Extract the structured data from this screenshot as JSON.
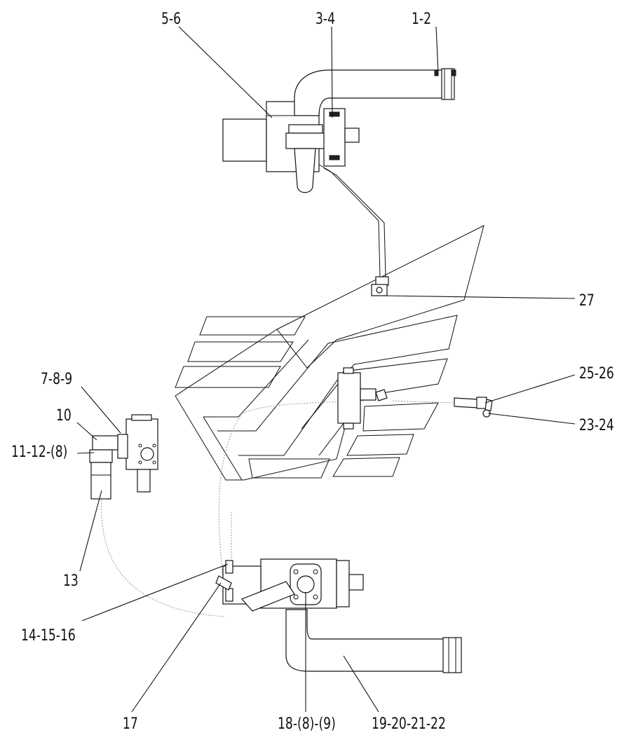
{
  "callouts": [
    {
      "id": "c1",
      "text": "1-2"
    },
    {
      "id": "c2",
      "text": "3-4"
    },
    {
      "id": "c3",
      "text": "5-6"
    },
    {
      "id": "c4",
      "text": "27"
    },
    {
      "id": "c5",
      "text": "25-26"
    },
    {
      "id": "c6",
      "text": "23-24"
    },
    {
      "id": "c7",
      "text": "7-8-9"
    },
    {
      "id": "c8",
      "text": "10"
    },
    {
      "id": "c9",
      "text": "11-12-(8)"
    },
    {
      "id": "c10",
      "text": "13"
    },
    {
      "id": "c11",
      "text": "14-15-16"
    },
    {
      "id": "c12",
      "text": "17"
    },
    {
      "id": "c13",
      "text": "18-(8)-(9)"
    },
    {
      "id": "c14",
      "text": "19-20-21-22"
    }
  ],
  "colors": {
    "line": "#111111",
    "ghost": "#9a9a9a",
    "background": "#ffffff"
  }
}
